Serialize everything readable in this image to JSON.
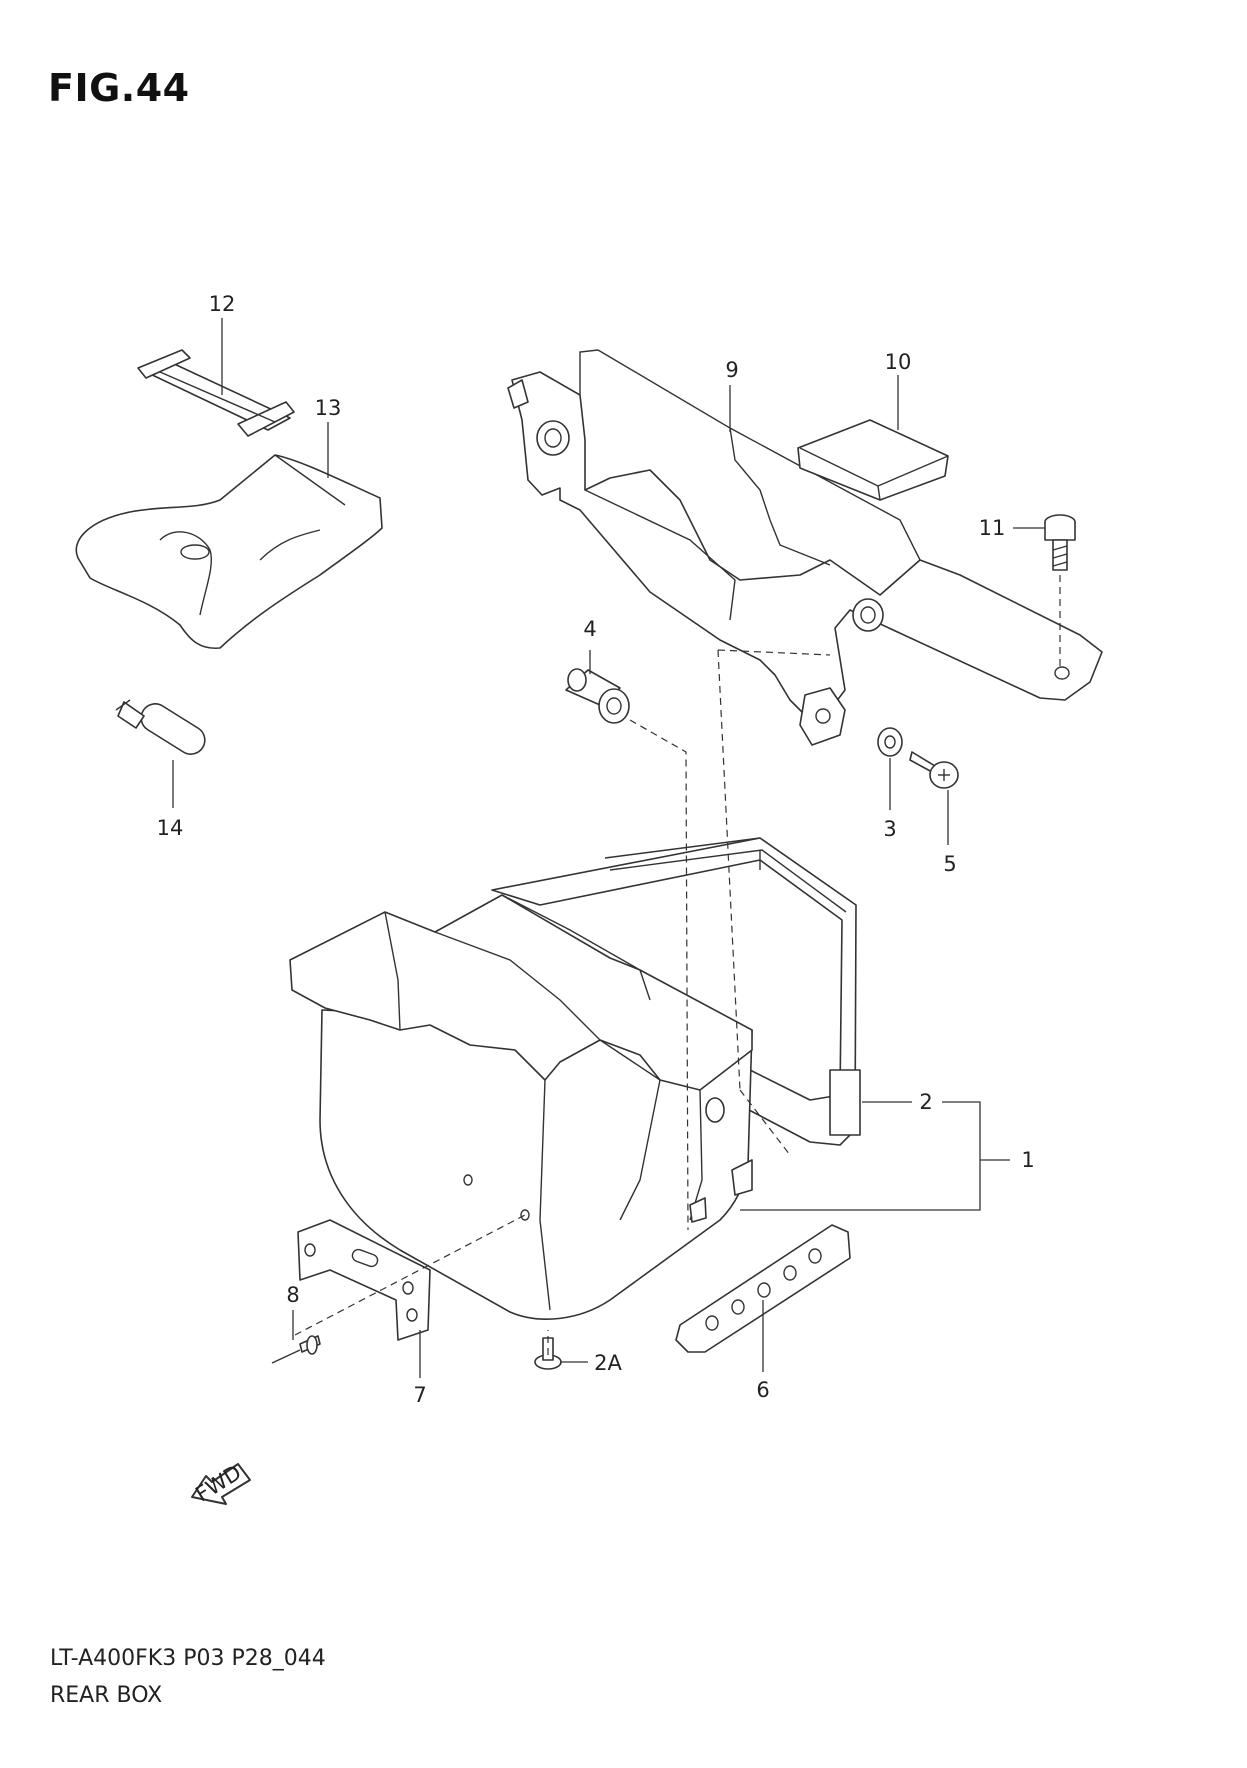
{
  "figure": {
    "title": "FIG.44"
  },
  "callouts": {
    "p1": "1",
    "p2": "2",
    "p2a": "2A",
    "p3": "3",
    "p4": "4",
    "p5": "5",
    "p6": "6",
    "p7": "7",
    "p8": "8",
    "p9": "9",
    "p10": "10",
    "p11": "11",
    "p12": "12",
    "p13": "13",
    "p14": "14"
  },
  "fwd_arrow": {
    "label": "FWD"
  },
  "footer": {
    "code": "LT-A400FK3 P03 P28_044",
    "name": "REAR BOX"
  }
}
